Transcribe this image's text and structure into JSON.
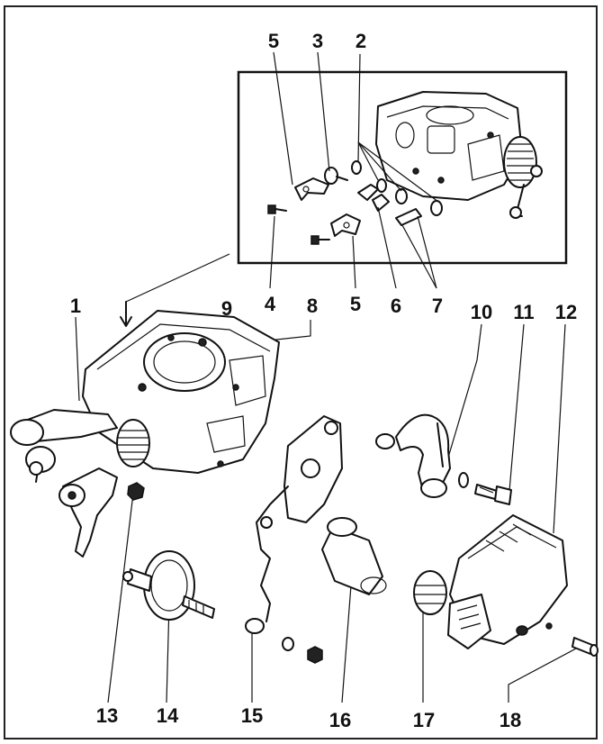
{
  "callouts": {
    "c1": "1",
    "c2": "2",
    "c3": "3",
    "c4": "4",
    "c5a": "5",
    "c5b": "5",
    "c6": "6",
    "c7": "7",
    "c8": "8",
    "c9": "9",
    "c10": "10",
    "c11": "11",
    "c12": "12",
    "c13": "13",
    "c14": "14",
    "c15": "15",
    "c16": "16",
    "c17": "17",
    "c18": "18"
  }
}
